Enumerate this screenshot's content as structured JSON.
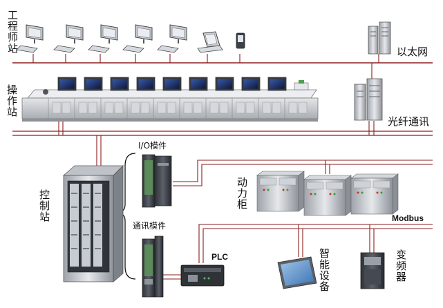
{
  "labels": {
    "engineer_station": "工程师站",
    "ethernet": "以太网",
    "operator_station": "操作站",
    "fiber_comm": "光纤通讯",
    "control_station": "控制站",
    "io_module": "I/O模件",
    "comm_module": "通讯模件",
    "power_cabinet": "动力柜",
    "modbus": "Modbus",
    "plc": "PLC",
    "smart_device": "智能设备",
    "inverter": "变频器"
  },
  "colors": {
    "bus_line": "#8b1d1d",
    "cabinet": "#c9ccd1",
    "monitor_screen": "#1c2d5c"
  }
}
